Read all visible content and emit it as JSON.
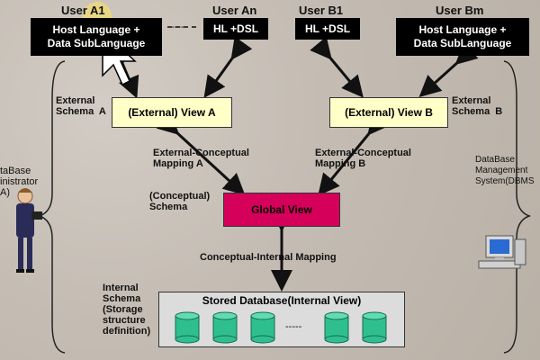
{
  "users": {
    "a1": "User A1",
    "an": "User An",
    "b1": "User B1",
    "bm": "User Bm"
  },
  "boxes": {
    "host_lang_a": "Host Language +\nData SubLanguage",
    "hl_dsl_an": "HL +DSL",
    "hl_dsl_b1": "HL +DSL",
    "host_lang_b": "Host Language +\nData SubLanguage",
    "view_a": "(External)  View  A",
    "view_b": "(External)  View  B",
    "global_view": "Global View",
    "stored_db": "Stored Database(Internal View)"
  },
  "labels": {
    "external_schema_a": "External\nSchema  A",
    "external_schema_b": "External\nSchema  B",
    "ext_conc_map_a": "External-Conceptual\nMapping A",
    "ext_conc_map_b": "External-Conceptual\nMapping B",
    "conceptual_schema": "(Conceptual)\nSchema",
    "conc_int_map": "Conceptual-Internal Mapping",
    "internal_schema": "Internal\nSchema\n(Storage\nstructure\ndefinition)",
    "dba": "taBase\ninistrator\nA)",
    "dbms": "DataBase\nManagement\nSystem(DBMS",
    "dashes_top": "-----",
    "dashes_db": "-----"
  },
  "colors": {
    "black_box": "#000000",
    "view_fill": "#ffffc8",
    "global_fill": "#d4005a",
    "cylinder": "#2fbf8f",
    "stored_fill": "#dcdcdc"
  },
  "icons": [
    "mouse-cursor-icon",
    "administrator-person-icon",
    "computer-terminal-icon",
    "database-cylinder-icon"
  ]
}
